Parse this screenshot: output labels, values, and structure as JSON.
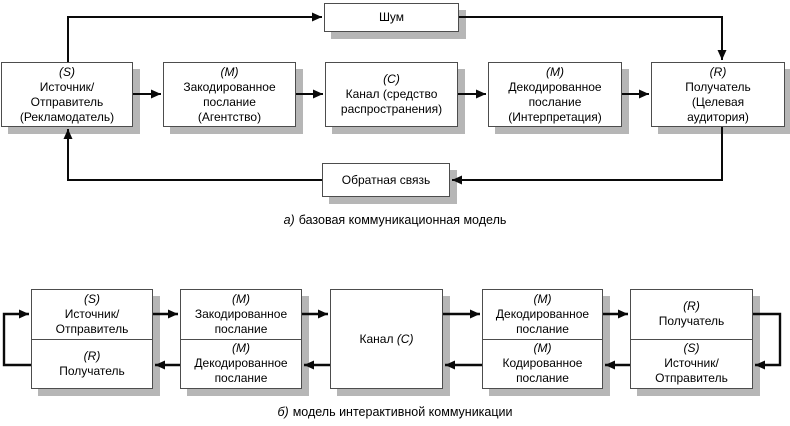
{
  "palette": {
    "box_border": "#4d4d4d",
    "box_shadow": "#b6b6b6",
    "arrow": "#0a0a0a",
    "background": "#ffffff",
    "text": "#000000"
  },
  "diagram_a": {
    "noise_label": "Шум",
    "feedback_label": "Обратная связь",
    "caption_prefix": "а)",
    "caption_text": "базовая коммуникационная модель",
    "boxes": [
      {
        "tag": "(S)",
        "text": "Источник/\nОтправитель\n(Рекламодатель)"
      },
      {
        "tag": "(M)",
        "text": "Закодированное\nпослание\n(Агентство)"
      },
      {
        "tag": "(C)",
        "text": "Канал (средство\nраспространения)"
      },
      {
        "tag": "(M)",
        "text": "Декодированное\nпослание\n(Интерпретация)"
      },
      {
        "tag": "(R)",
        "text": "Получатель\n(Целевая\nаудитория)"
      }
    ]
  },
  "diagram_b": {
    "caption_prefix": "б)",
    "caption_text": "модель интерактивной коммуникации",
    "channel": {
      "label": "Канал ",
      "tag": "(C)"
    },
    "boxes": [
      {
        "top": {
          "tag": "(S)",
          "text": "Источник/\nОтправитель"
        },
        "bottom": {
          "tag": "(R)",
          "text": "Получатель"
        }
      },
      {
        "top": {
          "tag": "(M)",
          "text": "Закодированное\nпослание"
        },
        "bottom": {
          "tag": "(M)",
          "text": "Декодированное\nпослание"
        }
      },
      {
        "top": {
          "tag": "(M)",
          "text": "Декодированное\nпослание"
        },
        "bottom": {
          "tag": "(M)",
          "text": "Кодированное\nпослание"
        }
      },
      {
        "top": {
          "tag": "(R)",
          "text": "Получатель"
        },
        "bottom": {
          "tag": "(S)",
          "text": "Источник/\nОтправитель"
        }
      }
    ]
  }
}
